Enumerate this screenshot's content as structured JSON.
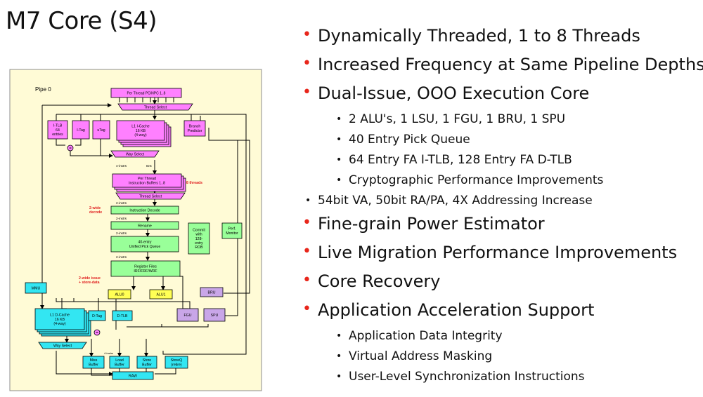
{
  "title": "M7 Core (S4)",
  "colors": {
    "accent_bullet": "#e8261b",
    "diagram_bg": "#fffbd6",
    "pink_box": "#ff80ff",
    "green_box": "#99ff99",
    "cyan_box": "#33e6f2",
    "yellow_box": "#ffff55",
    "purple_box": "#c9a6e8",
    "red_text": "#e02020"
  },
  "bullets": [
    {
      "level": 1,
      "text": "Dynamically Threaded, 1 to 8 Threads"
    },
    {
      "level": 1,
      "text": "Increased Frequency at Same Pipeline Depths"
    },
    {
      "level": 1,
      "text": "Dual-Issue, OOO Execution Core"
    },
    {
      "level": 2,
      "text": "2 ALU's, 1 LSU, 1 FGU, 1 BRU, 1 SPU"
    },
    {
      "level": 2,
      "text": "40 Entry Pick Queue"
    },
    {
      "level": 2,
      "text": "64 Entry FA I-TLB, 128 Entry FA D-TLB"
    },
    {
      "level": 2,
      "text": "Cryptographic Performance Improvements"
    },
    {
      "level": 2,
      "plain": true,
      "text": "54bit VA, 50bit RA/PA, 4X Addressing Increase"
    },
    {
      "level": 1,
      "text": "Fine-grain Power Estimator"
    },
    {
      "level": 1,
      "text": "Live Migration Performance Improvements"
    },
    {
      "level": 1,
      "text": "Core Recovery"
    },
    {
      "level": 1,
      "text": "Application Acceleration Support"
    },
    {
      "level": 2,
      "text": "Application Data Integrity"
    },
    {
      "level": 2,
      "text": "Virtual Address Masking"
    },
    {
      "level": 2,
      "text": "User-Level Synchronization Instructions"
    }
  ],
  "diagram": {
    "pipe_label": "Pipe 0",
    "boxes": {
      "pc": "Per Thread PC/NPC 1..8",
      "thread_select": "Thread Select",
      "itlb": [
        "I-TLB",
        "64",
        "entries"
      ],
      "itag": "I-Tag",
      "utag": "uTag",
      "l1i": [
        "L1 I-Cache",
        "16 KB",
        "(4-way)"
      ],
      "branch": [
        "Branch",
        "Predictor"
      ],
      "way_select": "Way Select",
      "instr_buffers": [
        "Per Thread",
        "Instruction Buffers 1..8"
      ],
      "thread_select2": "Thread Select",
      "decode": "Instruction Decode",
      "rename": "Rename",
      "pick_queue": [
        "40-entry",
        "Unified Pick Queue"
      ],
      "commit": [
        "Commit",
        "with",
        "128-",
        "entry",
        "ROB"
      ],
      "perf": [
        "Perf.",
        "Monitor"
      ],
      "regfile": [
        "Register Files",
        "IRF/FRF/WRF"
      ],
      "alu0": "ALU0",
      "alu1": "ALU1",
      "bru": "BRU",
      "fgu": "FGU",
      "spu": "SPU",
      "mmu": "MMU",
      "l1d": [
        "L1 D-Cache",
        "16 KB",
        "(4-way)"
      ],
      "dtag": "D-Tag",
      "dtlb": "D-TLB",
      "way_select2": "Way Select",
      "miss": [
        "Miss",
        "Buffer"
      ],
      "load": [
        "Load",
        "Buffer"
      ],
      "store": [
        "Store",
        "Buffer"
      ],
      "storeq": [
        "StoreQ",
        "(retire)"
      ],
      "raw": "RAW"
    },
    "labels": {
      "fetch_width": "4-instrs",
      "fetch_ids": "IDS",
      "threads8": "8 threads",
      "instrs2a": "2-instrs",
      "wide_decode": [
        "2-wide",
        "decode"
      ],
      "instrs2b": "2-instrs",
      "instrs2c": "2-instrs",
      "instrs2d": "2-instrs",
      "instrs4": "4-instrs",
      "wide_issue": [
        "2-wide issue",
        "+ store-data"
      ]
    }
  }
}
